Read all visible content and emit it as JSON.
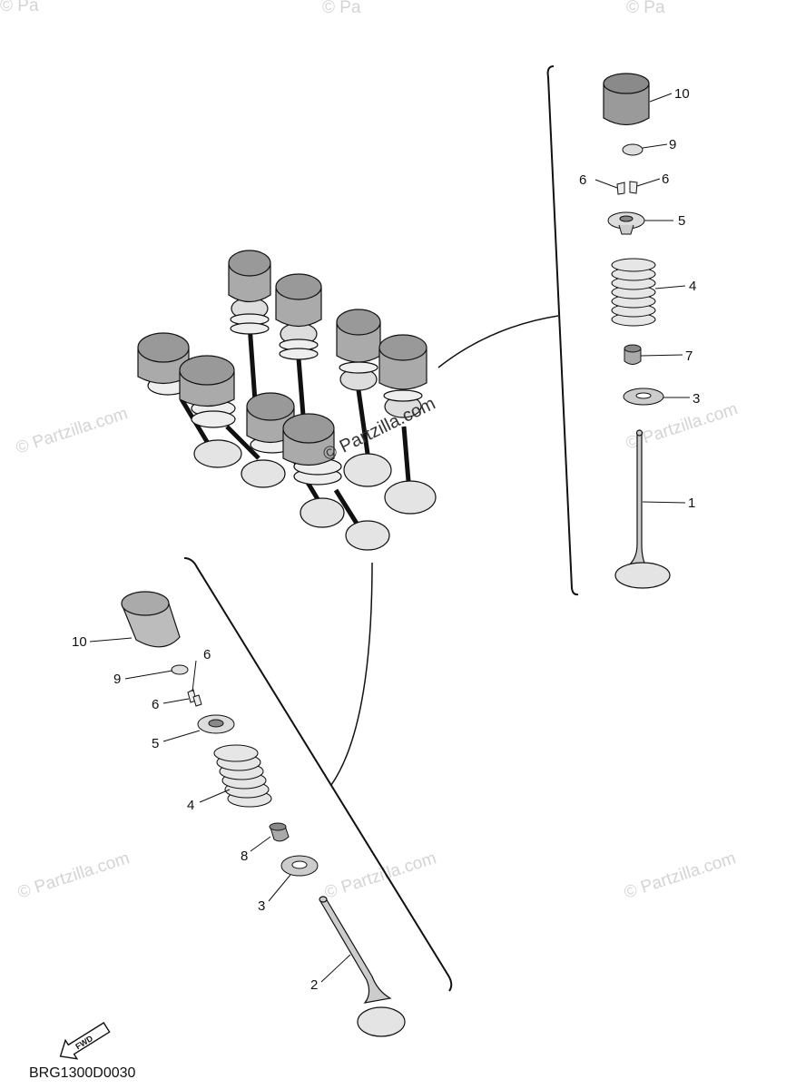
{
  "diagram_code": "BRG1300D0030",
  "fwd_label": "FWD",
  "watermark": "© Partzilla.com",
  "watermark_edge": "© Pa",
  "callouts": {
    "r_10": "10",
    "r_9": "9",
    "r_6a": "6",
    "r_6b": "6",
    "r_5": "5",
    "r_4": "4",
    "r_7": "7",
    "r_3": "3",
    "r_1": "1",
    "l_10": "10",
    "l_9": "9",
    "l_6a": "6",
    "l_6b": "6",
    "l_5": "5",
    "l_4": "4",
    "l_8": "8",
    "l_3": "3",
    "l_2": "2"
  },
  "colors": {
    "part_fill": "#c8c8c8",
    "part_dark": "#9a9a9a",
    "line": "#111111",
    "watermark": "#d4d4d4"
  }
}
